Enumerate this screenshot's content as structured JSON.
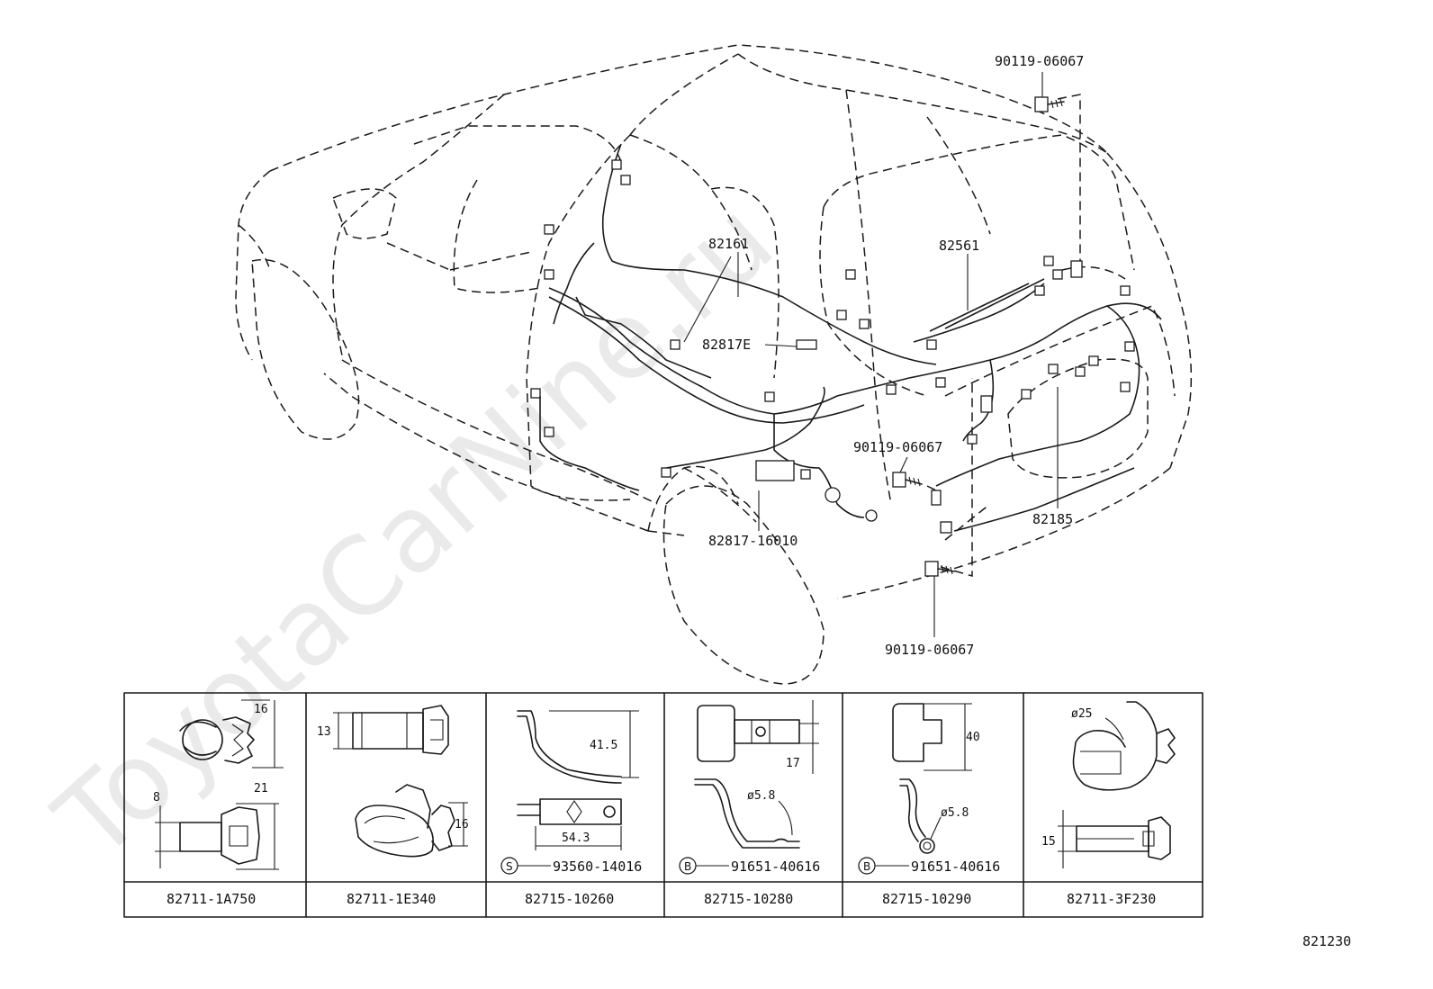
{
  "watermark": "ToyotaCarNine.ru",
  "diagram_id": "821230",
  "callouts": {
    "bolt_top": "90119-06067",
    "harness_floor": "82161",
    "harness_rear_panel": "82561",
    "clamp_floor": "82817E",
    "bolt_mid": "90119-06067",
    "harness_back_door": "82185",
    "clamp_rear": "82817-16010",
    "bolt_bottom": "90119-06067"
  },
  "parts_table": [
    {
      "part_no": "82711-1A750",
      "dims": [
        "16",
        "21",
        "8"
      ]
    },
    {
      "part_no": "82711-1E340",
      "dims": [
        "13",
        "16"
      ]
    },
    {
      "part_no": "82715-10260",
      "dims": [
        "41.5",
        "54.3"
      ],
      "badge": "S",
      "sub_part": "93560-14016"
    },
    {
      "part_no": "82715-10280",
      "dims": [
        "17",
        "ø5.8"
      ],
      "badge": "B",
      "sub_part": "91651-40616"
    },
    {
      "part_no": "82715-10290",
      "dims": [
        "40",
        "ø5.8"
      ],
      "badge": "B",
      "sub_part": "91651-40616"
    },
    {
      "part_no": "82711-3F230",
      "dims": [
        "ø25",
        "15"
      ]
    }
  ]
}
